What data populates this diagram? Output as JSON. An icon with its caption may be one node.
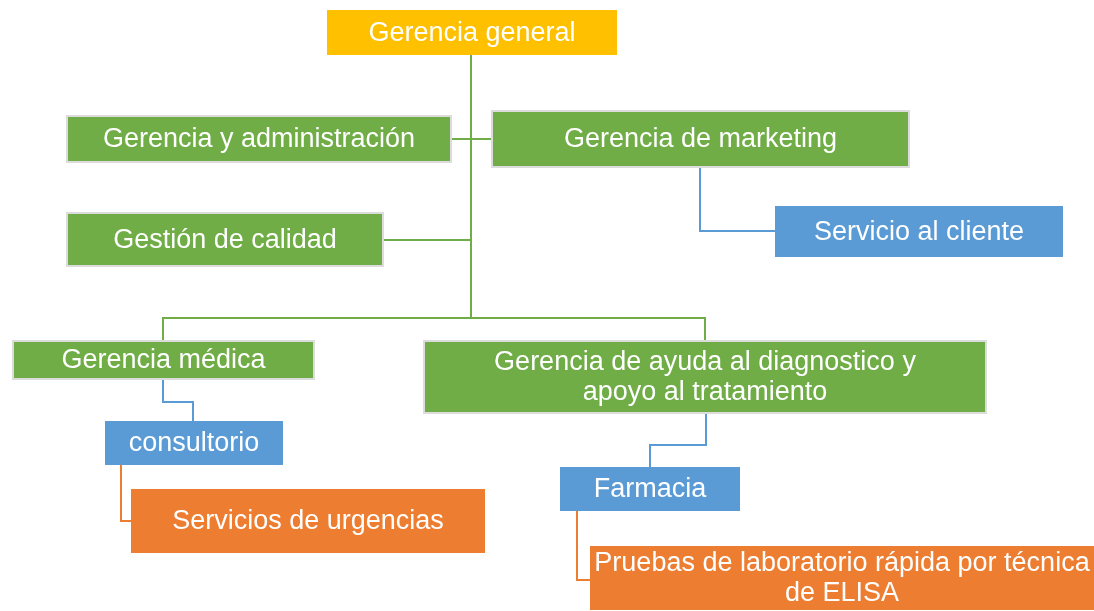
{
  "diagram": {
    "nodes": [
      {
        "text": [
          "Gerencia general"
        ]
      },
      {
        "text": [
          "Gerencia y administración"
        ]
      },
      {
        "text": [
          "Gerencia de marketing"
        ]
      },
      {
        "text": [
          "Servicio al cliente"
        ]
      },
      {
        "text": [
          "Gestión de calidad"
        ]
      },
      {
        "text": [
          "Gerencia médica"
        ]
      },
      {
        "text": [
          "Gerencia de ayuda al diagnostico y apoyo al tratamiento"
        ]
      },
      {
        "text": [
          "consultorio"
        ]
      },
      {
        "text": [
          "Servicios de urgencias"
        ]
      },
      {
        "text": [
          "Farmacia"
        ]
      },
      {
        "text": [
          "Pruebas de laboratorio rápida por técnica de ELISA"
        ]
      }
    ],
    "edges": [
      {
        "from": 0,
        "to": 1,
        "arrow": "none"
      },
      {
        "from": 0,
        "to": 2,
        "arrow": "none"
      },
      {
        "from": 2,
        "to": 3,
        "arrow": "none",
        "color": "#5b9bd5"
      },
      {
        "from": 0,
        "to": 4,
        "arrow": "none"
      },
      {
        "from": 0,
        "to": 5,
        "arrow": "none"
      },
      {
        "from": 0,
        "to": 6,
        "arrow": "none"
      },
      {
        "from": 5,
        "to": 7,
        "arrow": "none",
        "color": "#5b9bd5"
      },
      {
        "from": 6,
        "to": 9,
        "arrow": "none",
        "color": "#5b9bd5"
      },
      {
        "from": 7,
        "to": 8,
        "arrow": "none",
        "color": "#ed7d31"
      },
      {
        "from": 9,
        "to": 10,
        "arrow": "none",
        "color": "#ed7d31"
      }
    ]
  }
}
